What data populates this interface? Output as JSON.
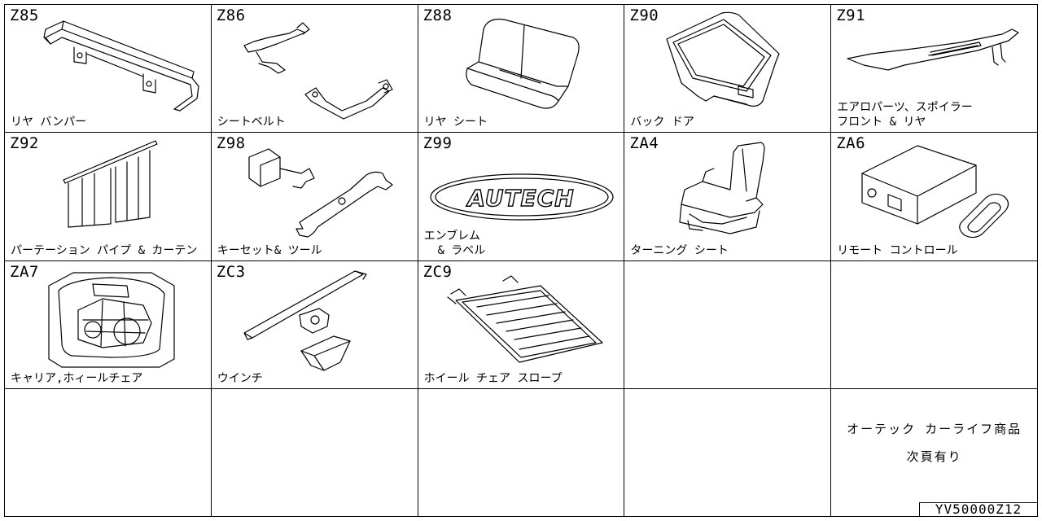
{
  "items": [
    {
      "code": "Z85",
      "label": "リヤ バンパー",
      "icon": "rear-bumper-illustration"
    },
    {
      "code": "Z86",
      "label": "シートベルト",
      "icon": "seat-belt-illustration"
    },
    {
      "code": "Z88",
      "label": "リヤ シート",
      "icon": "rear-seat-illustration"
    },
    {
      "code": "Z90",
      "label": "バック ドア",
      "icon": "back-door-illustration"
    },
    {
      "code": "Z91",
      "label": "エアロパーツ、スポイラー\nフロント & リヤ",
      "icon": "aero-spoiler-illustration"
    },
    {
      "code": "Z92",
      "label": "パーテーション パイプ & カーテン",
      "icon": "partition-curtain-illustration"
    },
    {
      "code": "Z98",
      "label": "キーセット& ツール",
      "icon": "key-tool-illustration"
    },
    {
      "code": "Z99",
      "label": "エンブレム\n  & ラベル",
      "icon": "emblem-illustration",
      "emblem_text": "AUTECH"
    },
    {
      "code": "ZA4",
      "label": "ターニング シート",
      "icon": "turning-seat-illustration"
    },
    {
      "code": "ZA6",
      "label": "リモート コントロール",
      "icon": "remote-control-illustration"
    },
    {
      "code": "ZA7",
      "label": "キャリア,ホィールチェア",
      "icon": "wheelchair-carrier-illustration"
    },
    {
      "code": "ZC3",
      "label": "ウインチ",
      "icon": "winch-illustration"
    },
    {
      "code": "ZC9",
      "label": "ホイール チェア スロープ",
      "icon": "wheelchair-slope-illustration"
    }
  ],
  "note": {
    "line1": "オーテック カーライフ商品",
    "line2": "次頁有り"
  },
  "doc_id": "YV50000Z12"
}
